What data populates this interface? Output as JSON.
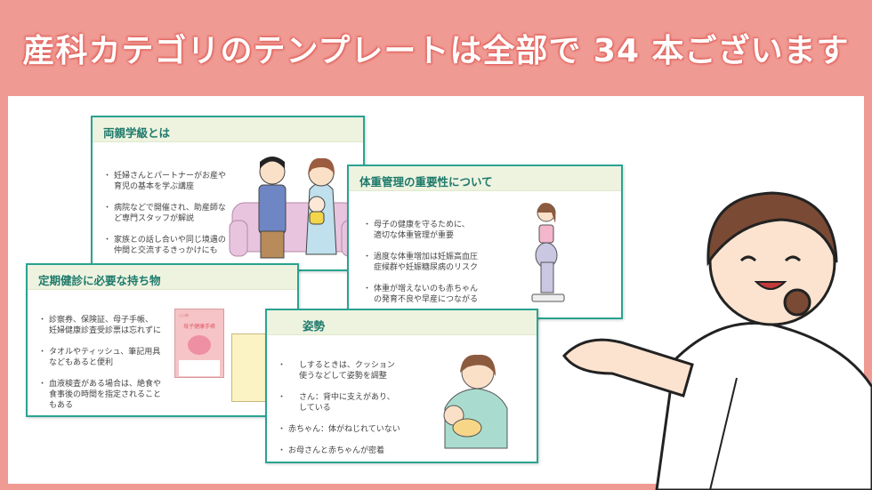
{
  "banner": {
    "title": "産科カテゴリのテンプレートは全部で 34 本ございます"
  },
  "colors": {
    "banner": "#f09a94",
    "card_border": "#2aa391",
    "card_header": "#eef3e0",
    "card_title": "#1e7a6b"
  },
  "cards": [
    {
      "title": "両親学級とは",
      "bullets": [
        "妊婦さんとパートナーがお産や\n育児の基本を学ぶ講座",
        "病院などで開催され、助産師な\nど専門スタッフが解説",
        "家族との話し合いや同じ境遇の\n仲間と交流するきっかけにも"
      ],
      "illustration": "couple-with-baby-on-sofa"
    },
    {
      "title": "体重管理の重要性について",
      "bullets": [
        "母子の健康を守るために、\n適切な体重管理が重要",
        "過度な体重増加は妊娠高血圧\n症候群や妊娠糖尿病のリスク",
        "体重が増えないのも赤ちゃん\nの発育不良や早産につながる"
      ],
      "illustration": "pregnant-woman-on-scale"
    },
    {
      "title": "定期健診に必要な持ち物",
      "bullets": [
        "診察券、保険証、母子手帳、\n妊婦健康診査受診票は忘れずに",
        "タオルやティッシュ、筆記用具\nなどもあると便利",
        "血液検査がある場合は、絶食や\n食事後の時間を指定されること\nもある"
      ],
      "illustration": "maternal-handbook-and-form",
      "handbook_label": "母子健康手帳",
      "handbook_tag": "○○市"
    },
    {
      "title": "姿勢",
      "bullets": [
        "しするときは、クッション\n使うなどして姿勢を調整",
        "さん：背中に支えがあり、\nしている",
        "赤ちゃん：体がねじれていない",
        "お母さんと赤ちゃんが密着"
      ],
      "illustration": "breastfeeding-mother"
    }
  ],
  "presenter": {
    "illustration": "smiling-nurse-gesturing"
  }
}
